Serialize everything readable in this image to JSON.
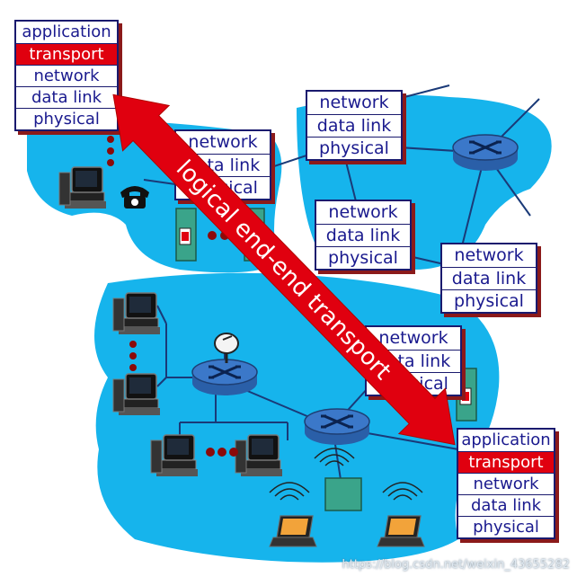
{
  "stacks": {
    "host_top_left": {
      "application": "application",
      "transport": "transport",
      "network": "network",
      "data_link": "data link",
      "physical": "physical"
    },
    "router_top_center": {
      "network": "network",
      "data_link": "data link",
      "physical": "physical"
    },
    "router_mid_center": {
      "network": "network",
      "data_link": "data link",
      "physical": "physical"
    },
    "router_right": {
      "network": "network",
      "data_link": "data link",
      "physical": "physical"
    },
    "router_left_hidden": {
      "network": "network",
      "data_link": "data link",
      "physical": "physical"
    },
    "router_bottom_center": {
      "network": "network",
      "data_link": "data link",
      "physical": "physical"
    },
    "host_bottom_right": {
      "application": "application",
      "transport": "transport",
      "network": "network",
      "data_link": "data link",
      "physical": "physical"
    }
  },
  "arrow": {
    "label": "logical end-end transport"
  },
  "watermark": "https://blog.csdn.net/weixin_43655282",
  "colors": {
    "network_cloud": "#16b4ec",
    "arrow_red": "#e0000f",
    "highlight_red": "#e0000f",
    "layer_text": "#1a1a8e",
    "router_fill": "#3b78c9"
  },
  "icons": [
    "computer-icon",
    "telephone-icon",
    "router-icon",
    "satellite-dish-icon",
    "laptop-icon",
    "wireless-access-point-icon",
    "modem-icon"
  ]
}
